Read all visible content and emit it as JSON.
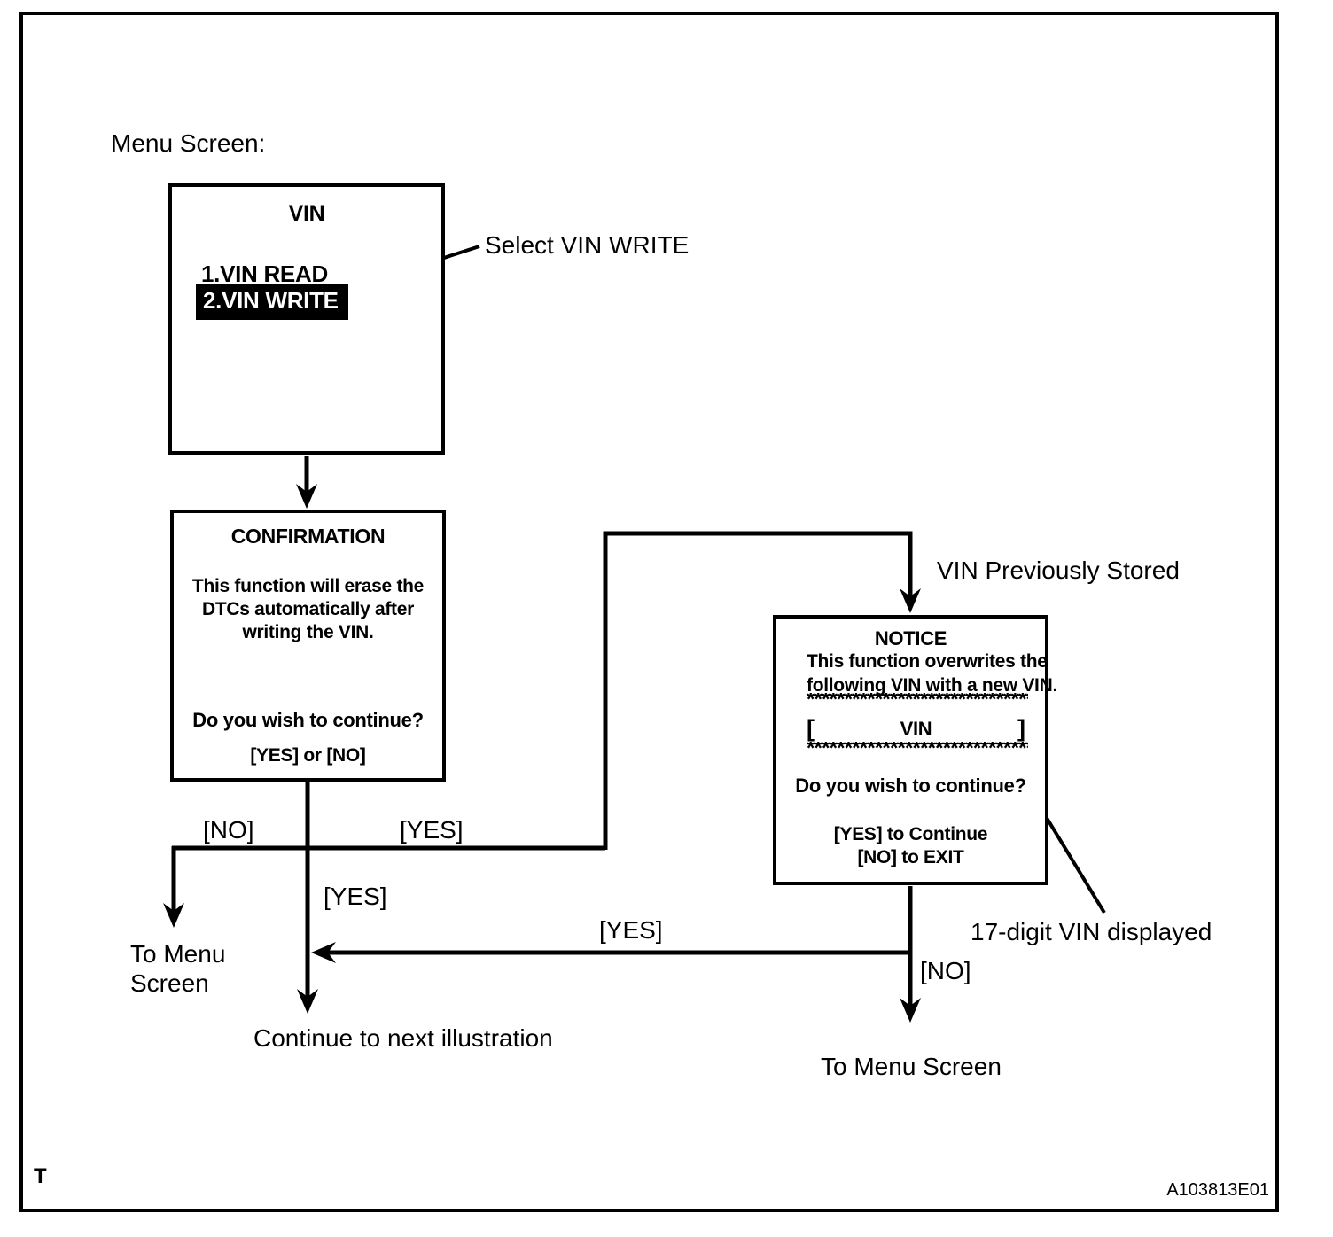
{
  "page": {
    "heading": "Menu Screen:",
    "footer_left": "T",
    "footer_right": "A103813E01"
  },
  "menu_screen": {
    "title": "VIN",
    "items": [
      {
        "label": "1.VIN READ",
        "highlighted": false
      },
      {
        "label": "2.VIN WRITE",
        "highlighted": true
      }
    ]
  },
  "callouts": {
    "select_vin_write": "Select VIN WRITE",
    "vin_previously_stored": "VIN Previously Stored",
    "vin_displayed": "17-digit VIN displayed"
  },
  "confirmation_screen": {
    "title": "CONFIRMATION",
    "body": [
      "This function will erase the",
      "DTCs automatically after",
      "writing the VIN."
    ],
    "question": "Do you wish to continue?",
    "options": "[YES] or [NO]"
  },
  "notice_screen": {
    "title": "NOTICE",
    "body": [
      "This function overwrites the",
      "following VIN with a new VIN."
    ],
    "stars": "******************************",
    "vin_open": "[",
    "vin_label": "VIN",
    "vin_close": "]",
    "question": "Do you wish to continue?",
    "yes_line": "[YES] to Continue",
    "no_line": "[NO] to EXIT"
  },
  "edges": {
    "no_left": "[NO]",
    "yes_right": "[YES]",
    "yes_down": "[YES]",
    "yes_return": "[YES]",
    "no_down": "[NO]"
  },
  "destinations": {
    "to_menu_left_line1": "To Menu",
    "to_menu_left_line2": "Screen",
    "continue_next": "Continue to next illustration",
    "to_menu_right": "To Menu Screen"
  },
  "colors": {
    "ink": "#000000",
    "paper": "#ffffff",
    "highlight_bg": "#000000",
    "highlight_fg": "#ffffff"
  }
}
